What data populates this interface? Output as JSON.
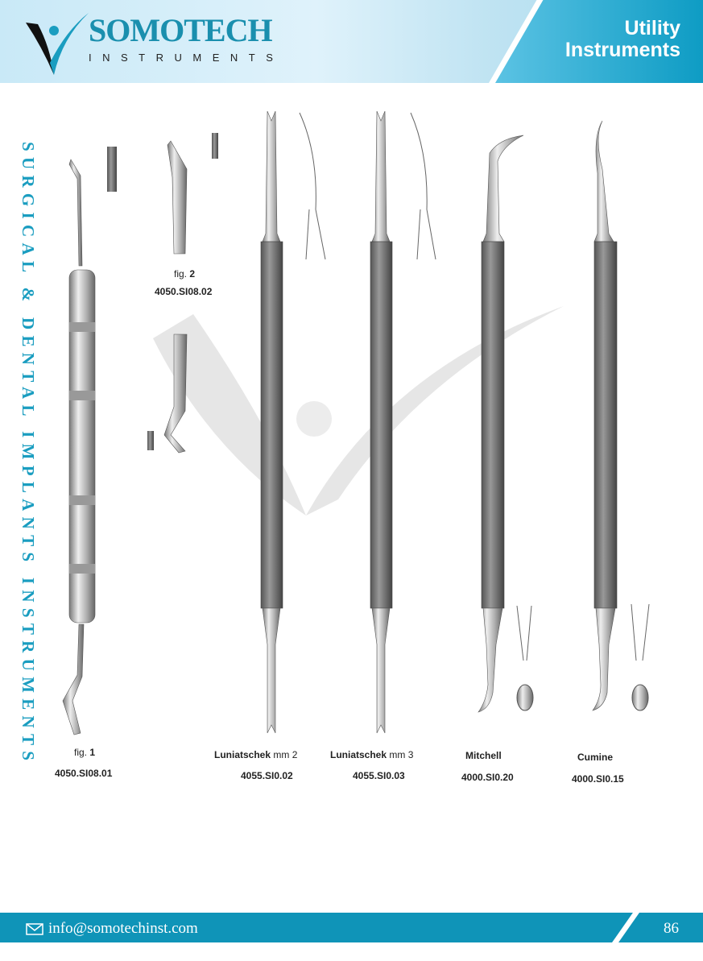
{
  "header": {
    "brand": "SOMOTECH",
    "brand_sub": "INSTRUMENTS",
    "title_line1": "Utility",
    "title_line2": "Instruments"
  },
  "side_text": "SURGICAL & DENTAL IMPLANTS INSTRUMENTS",
  "products": [
    {
      "fig_prefix": "fig.",
      "fig_num": "1",
      "code": "4050.SI08.01"
    },
    {
      "fig_prefix": "fig.",
      "fig_num": "2",
      "code": "4050.SI08.02"
    },
    {
      "name": "Luniatschek",
      "size": "mm 2",
      "code": "4055.SI0.02"
    },
    {
      "name": "Luniatschek",
      "size": "mm 3",
      "code": "4055.SI0.03"
    },
    {
      "name": "Mitchell",
      "code": "4000.SI0.20"
    },
    {
      "name": "Cumine",
      "code": "4000.SI0.15"
    }
  ],
  "footer": {
    "email": "info@somotechinst.com",
    "page": "86"
  },
  "colors": {
    "brand": "#1a8fae",
    "footer": "#0f94b8"
  }
}
